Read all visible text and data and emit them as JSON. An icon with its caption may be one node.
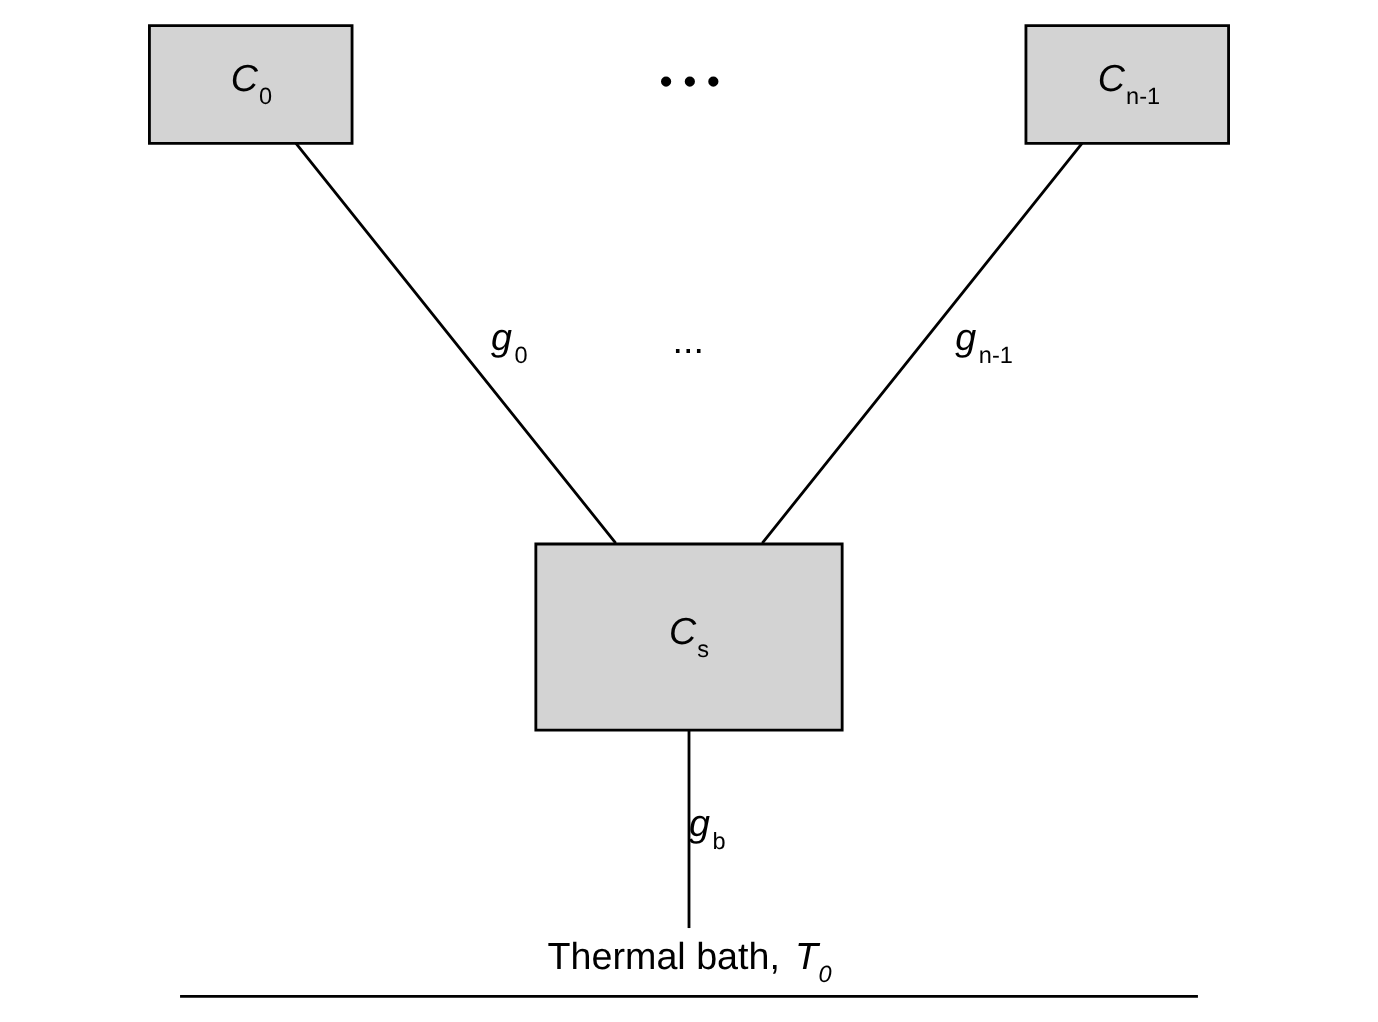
{
  "diagram": {
    "nodes": [
      {
        "text": [
          "*C*$_{0}$"
        ]
      },
      {
        "text": [
          "*C*$_{n-1}$"
        ]
      },
      {
        "text": [
          "*C*$_{s}$"
        ]
      },
      {
        "text": [
          "Thermal bath, *T$_{0}$*"
        ]
      }
    ],
    "edges": [
      {
        "from": 0,
        "to": 2,
        "arrow": "none",
        "label": "*g*$_{0}$"
      },
      {
        "from": 1,
        "to": 2,
        "arrow": "none",
        "label": "*g*$_{n-1}$"
      },
      {
        "from": 2,
        "to": 3,
        "arrow": "none",
        "label": "*g*$_{b}$"
      }
    ],
    "labels": [
      "• • •",
      "..."
    ]
  }
}
